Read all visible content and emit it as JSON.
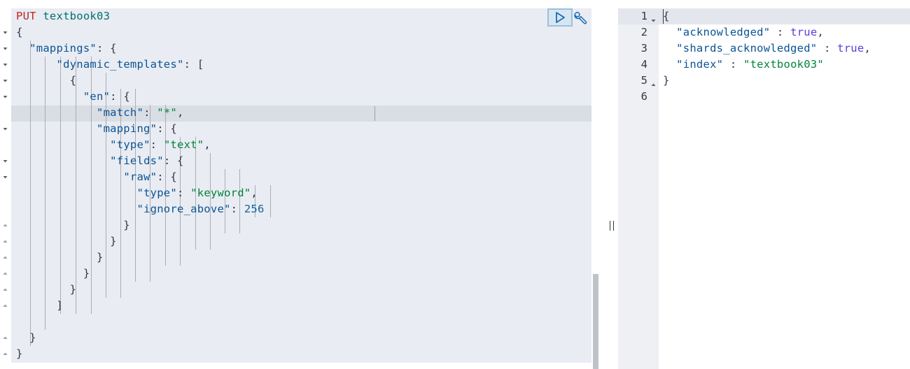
{
  "request": {
    "method": "PUT",
    "path": "textbook03",
    "lines": [
      [
        {
          "t": "PUT",
          "c": "method"
        },
        {
          "t": " ",
          "c": "punct"
        },
        {
          "t": "textbook03",
          "c": "url"
        }
      ],
      [
        {
          "t": "{",
          "c": "punct"
        }
      ],
      [
        {
          "t": "  ",
          "c": "punct"
        },
        {
          "t": "\"mappings\"",
          "c": "key"
        },
        {
          "t": ": {",
          "c": "punct"
        }
      ],
      [
        {
          "t": "      ",
          "c": "punct"
        },
        {
          "t": "\"dynamic_templates\"",
          "c": "key"
        },
        {
          "t": ": [",
          "c": "punct"
        }
      ],
      [
        {
          "t": "        {",
          "c": "punct"
        }
      ],
      [
        {
          "t": "          ",
          "c": "punct"
        },
        {
          "t": "\"en\"",
          "c": "key"
        },
        {
          "t": ": {",
          "c": "punct"
        }
      ],
      [
        {
          "t": "            ",
          "c": "punct"
        },
        {
          "t": "\"match\"",
          "c": "key"
        },
        {
          "t": ": ",
          "c": "punct"
        },
        {
          "t": "\"*\"",
          "c": "str"
        },
        {
          "t": ",",
          "c": "punct"
        }
      ],
      [
        {
          "t": "            ",
          "c": "punct"
        },
        {
          "t": "\"mapping\"",
          "c": "key"
        },
        {
          "t": ": {",
          "c": "punct"
        }
      ],
      [
        {
          "t": "              ",
          "c": "punct"
        },
        {
          "t": "\"type\"",
          "c": "key"
        },
        {
          "t": ": ",
          "c": "punct"
        },
        {
          "t": "\"text\"",
          "c": "str"
        },
        {
          "t": ",",
          "c": "punct"
        }
      ],
      [
        {
          "t": "              ",
          "c": "punct"
        },
        {
          "t": "\"fields\"",
          "c": "key"
        },
        {
          "t": ": {",
          "c": "punct"
        }
      ],
      [
        {
          "t": "                ",
          "c": "punct"
        },
        {
          "t": "\"raw\"",
          "c": "key"
        },
        {
          "t": ": {",
          "c": "punct"
        }
      ],
      [
        {
          "t": "                  ",
          "c": "punct"
        },
        {
          "t": "\"type\"",
          "c": "key"
        },
        {
          "t": ": ",
          "c": "punct"
        },
        {
          "t": "\"keyword\"",
          "c": "str"
        },
        {
          "t": ",",
          "c": "punct"
        }
      ],
      [
        {
          "t": "                  ",
          "c": "punct"
        },
        {
          "t": "\"ignore_above\"",
          "c": "key"
        },
        {
          "t": ": ",
          "c": "punct"
        },
        {
          "t": "256",
          "c": "num"
        }
      ],
      [
        {
          "t": "                }",
          "c": "punct"
        }
      ],
      [
        {
          "t": "              }",
          "c": "punct"
        }
      ],
      [
        {
          "t": "            }",
          "c": "punct"
        }
      ],
      [
        {
          "t": "          }",
          "c": "punct"
        }
      ],
      [
        {
          "t": "        }",
          "c": "punct"
        }
      ],
      [
        {
          "t": "      ]",
          "c": "punct"
        }
      ],
      [],
      [
        {
          "t": "  }",
          "c": "punct"
        }
      ],
      [
        {
          "t": "}",
          "c": "punct"
        }
      ]
    ],
    "fold_markers": [
      "none",
      "down",
      "down",
      "down",
      "down",
      "down",
      "none",
      "down",
      "none",
      "down",
      "down",
      "none",
      "none",
      "up",
      "up",
      "up",
      "up",
      "up",
      "up",
      "none",
      "up",
      "up"
    ]
  },
  "response": {
    "line_numbers": [
      "1",
      "2",
      "3",
      "4",
      "5",
      "6"
    ],
    "fold_markers": [
      "down",
      "none",
      "none",
      "none",
      "up",
      "none"
    ],
    "lines": [
      [
        {
          "t": "{",
          "c": "punct"
        }
      ],
      [
        {
          "t": "  ",
          "c": "punct"
        },
        {
          "t": "\"acknowledged\"",
          "c": "key"
        },
        {
          "t": " : ",
          "c": "punct"
        },
        {
          "t": "true",
          "c": "bool"
        },
        {
          "t": ",",
          "c": "punct"
        }
      ],
      [
        {
          "t": "  ",
          "c": "punct"
        },
        {
          "t": "\"shards_acknowledged\"",
          "c": "key"
        },
        {
          "t": " : ",
          "c": "punct"
        },
        {
          "t": "true",
          "c": "bool"
        },
        {
          "t": ",",
          "c": "punct"
        }
      ],
      [
        {
          "t": "  ",
          "c": "punct"
        },
        {
          "t": "\"index\"",
          "c": "key"
        },
        {
          "t": " : ",
          "c": "punct"
        },
        {
          "t": "\"textbook03\"",
          "c": "str"
        }
      ],
      [
        {
          "t": "}",
          "c": "punct"
        }
      ],
      []
    ]
  },
  "toolbar": {
    "run_icon": "play-icon",
    "settings_icon": "wrench-icon"
  },
  "colors": {
    "method": "#bd271e",
    "url": "#00706b",
    "key": "#0b5394",
    "string": "#00843d",
    "number": "#0b64a0",
    "boolean": "#5c3bd9",
    "editor_bg": "#e9ecf2"
  }
}
